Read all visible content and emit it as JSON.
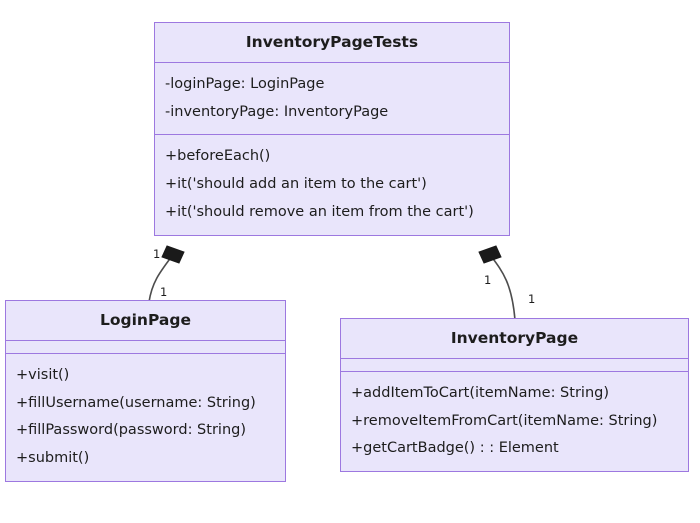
{
  "diagram": {
    "type": "uml-class-diagram",
    "background_color": "#ffffff",
    "class_fill_color": "#e9e5fb",
    "class_border_color": "#9d78e0",
    "edge_color": "#4d4d4d",
    "text_color": "#1d1d1d"
  },
  "classes": [
    {
      "id": "inventorypagetests",
      "name": "InventoryPageTests",
      "attributes": [
        "-loginPage: LoginPage",
        "-inventoryPage: InventoryPage"
      ],
      "methods": [
        "+beforeEach()",
        "+it('should add an item to the cart')",
        "+it('should remove an item from the cart')"
      ]
    },
    {
      "id": "loginpage",
      "name": "LoginPage",
      "attributes": [],
      "methods": [
        "+visit()",
        "+fillUsername(username: String)",
        "+fillPassword(password: String)",
        "+submit()"
      ]
    },
    {
      "id": "inventorypage",
      "name": "InventoryPage",
      "attributes": [],
      "methods": [
        "+addItemToCart(itemName: String)",
        "+removeItemFromCart(itemName: String)",
        "+getCartBadge() : : Element"
      ]
    }
  ],
  "relationships": [
    {
      "id": "tests-to-loginpage",
      "kind": "composition",
      "from": "inventorypagetests",
      "to": "loginpage",
      "source_multiplicity": "1",
      "target_multiplicity": "1"
    },
    {
      "id": "tests-to-inventorypage",
      "kind": "composition",
      "from": "inventorypagetests",
      "to": "inventorypage",
      "source_multiplicity": "1",
      "target_multiplicity": "1"
    }
  ]
}
